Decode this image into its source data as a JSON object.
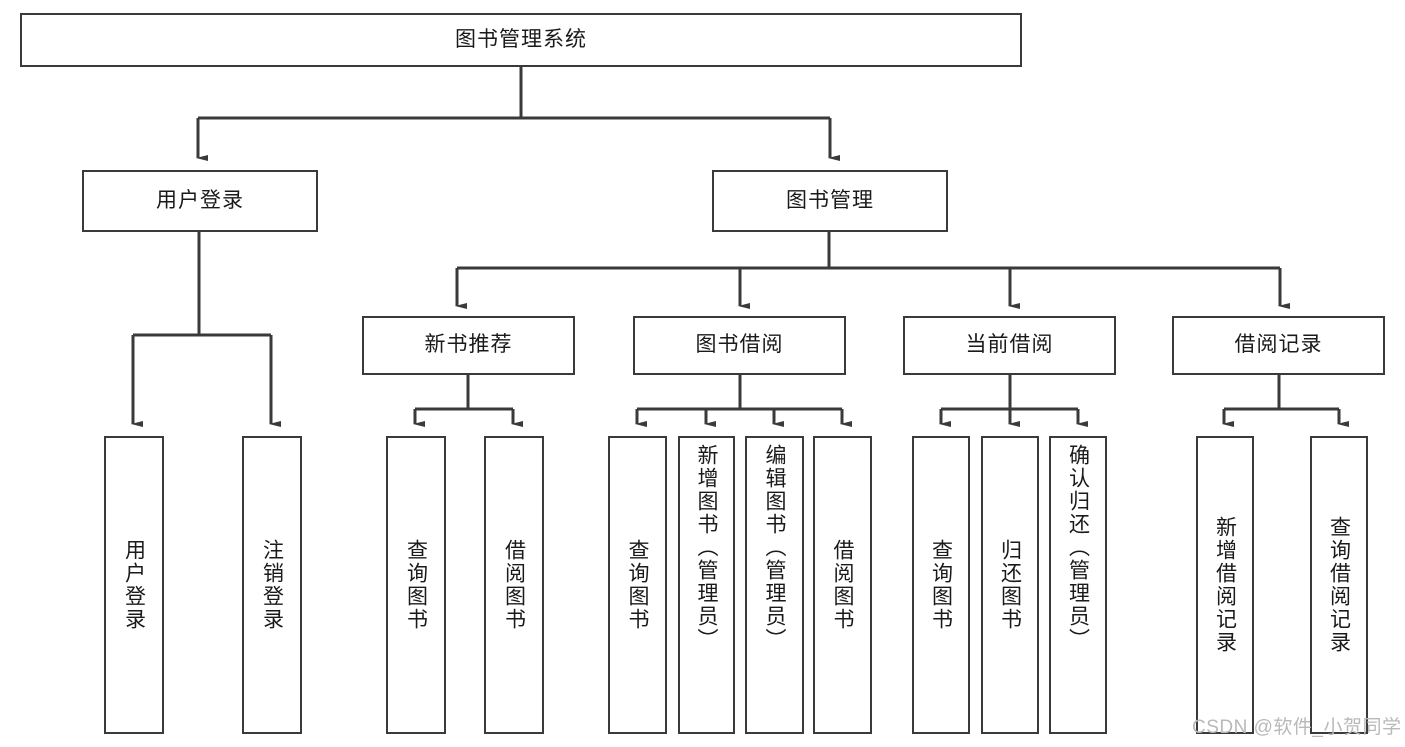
{
  "diagram": {
    "type": "tree",
    "title_node": "图书管理系统",
    "nodes": {
      "root": {
        "label": "图书管理系统"
      },
      "level2": [
        {
          "label": "用户登录"
        },
        {
          "label": "图书管理"
        }
      ],
      "level3": [
        {
          "label": "新书推荐"
        },
        {
          "label": "图书借阅"
        },
        {
          "label": "当前借阅"
        },
        {
          "label": "借阅记录"
        }
      ],
      "leaves": [
        {
          "label": "用户登录",
          "parent": "用户登录"
        },
        {
          "label": "注销登录",
          "parent": "用户登录"
        },
        {
          "label": "查询图书",
          "parent": "新书推荐"
        },
        {
          "label": "借阅图书",
          "parent": "新书推荐"
        },
        {
          "label": "查询图书",
          "parent": "图书借阅"
        },
        {
          "label": "新增图书（管理员）",
          "parent": "图书借阅"
        },
        {
          "label": "编辑图书（管理员）",
          "parent": "图书借阅"
        },
        {
          "label": "借阅图书",
          "parent": "图书借阅"
        },
        {
          "label": "查询图书",
          "parent": "当前借阅"
        },
        {
          "label": "归还图书",
          "parent": "当前借阅"
        },
        {
          "label": "确认归还（管理员）",
          "parent": "当前借阅"
        },
        {
          "label": "新增借阅记录",
          "parent": "借阅记录"
        },
        {
          "label": "查询借阅记录",
          "parent": "借阅记录"
        }
      ]
    },
    "colors": {
      "border": "#3a3a3a",
      "background": "#ffffff",
      "text": "#1a1a1a",
      "watermark": "#b9b9b9"
    }
  },
  "watermark": {
    "text": "CSDN @软件_小贺同学"
  }
}
